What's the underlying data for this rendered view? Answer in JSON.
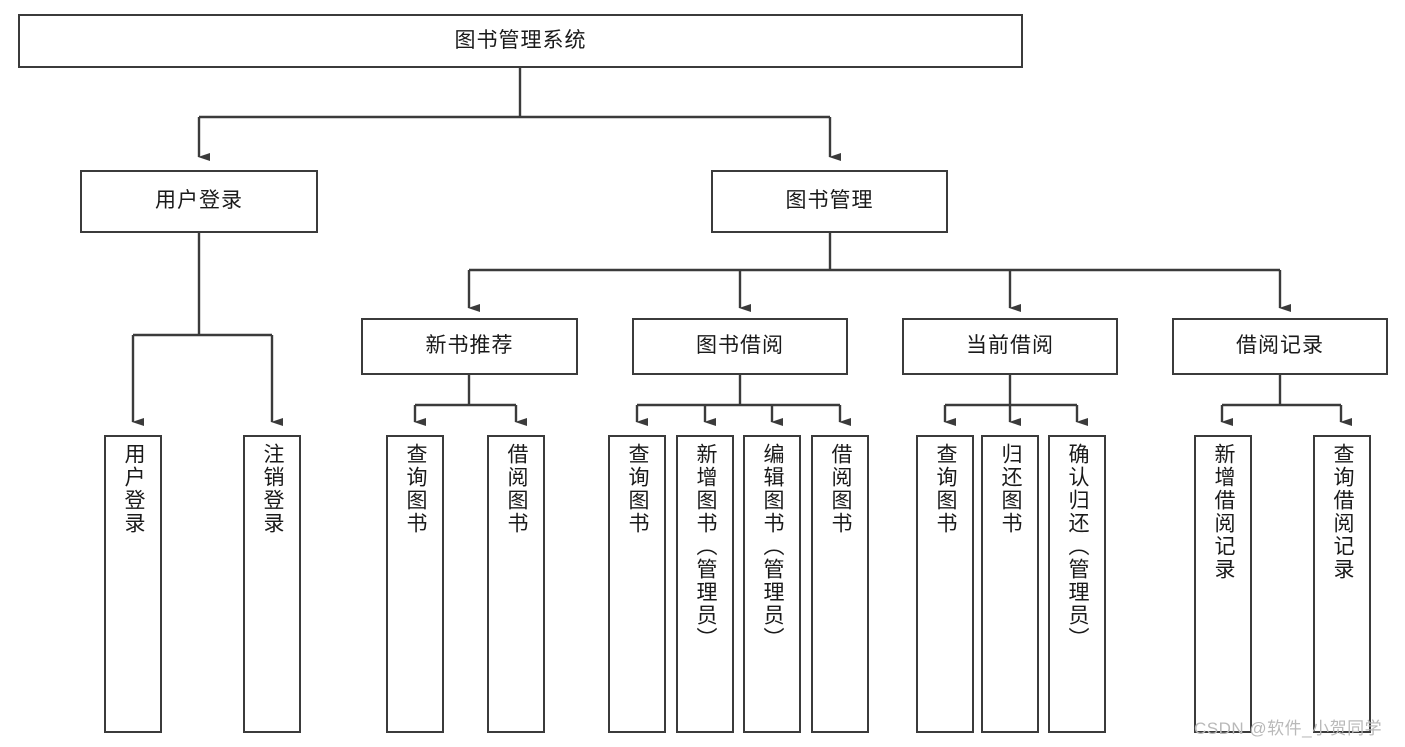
{
  "diagram": {
    "title": "图书管理系统",
    "type": "hierarchy-tree",
    "root": {
      "label": "图书管理系统"
    },
    "level1": [
      {
        "label": "用户登录"
      },
      {
        "label": "图书管理"
      }
    ],
    "level2": [
      {
        "label": "新书推荐"
      },
      {
        "label": "图书借阅"
      },
      {
        "label": "当前借阅"
      },
      {
        "label": "借阅记录"
      }
    ],
    "leaves": {
      "user_login": [
        {
          "label": "用户登录"
        },
        {
          "label": "注销登录"
        }
      ],
      "new_book_recommend": [
        {
          "label": "查询图书"
        },
        {
          "label": "借阅图书"
        }
      ],
      "book_borrow": [
        {
          "label": "查询图书"
        },
        {
          "label": "新增图书（管理员）"
        },
        {
          "label": "编辑图书（管理员）"
        },
        {
          "label": "借阅图书"
        }
      ],
      "current_borrow": [
        {
          "label": "查询图书"
        },
        {
          "label": "归还图书"
        },
        {
          "label": "确认归还（管理员）"
        }
      ],
      "borrow_record": [
        {
          "label": "新增借阅记录"
        },
        {
          "label": "查询借阅记录"
        }
      ]
    }
  },
  "watermark": {
    "text": "CSDN @软件_小贺同学"
  },
  "colors": {
    "stroke": "#3b3b3b",
    "text": "#1a1a1a",
    "background": "#ffffff",
    "watermark": "#b9b9b9"
  }
}
